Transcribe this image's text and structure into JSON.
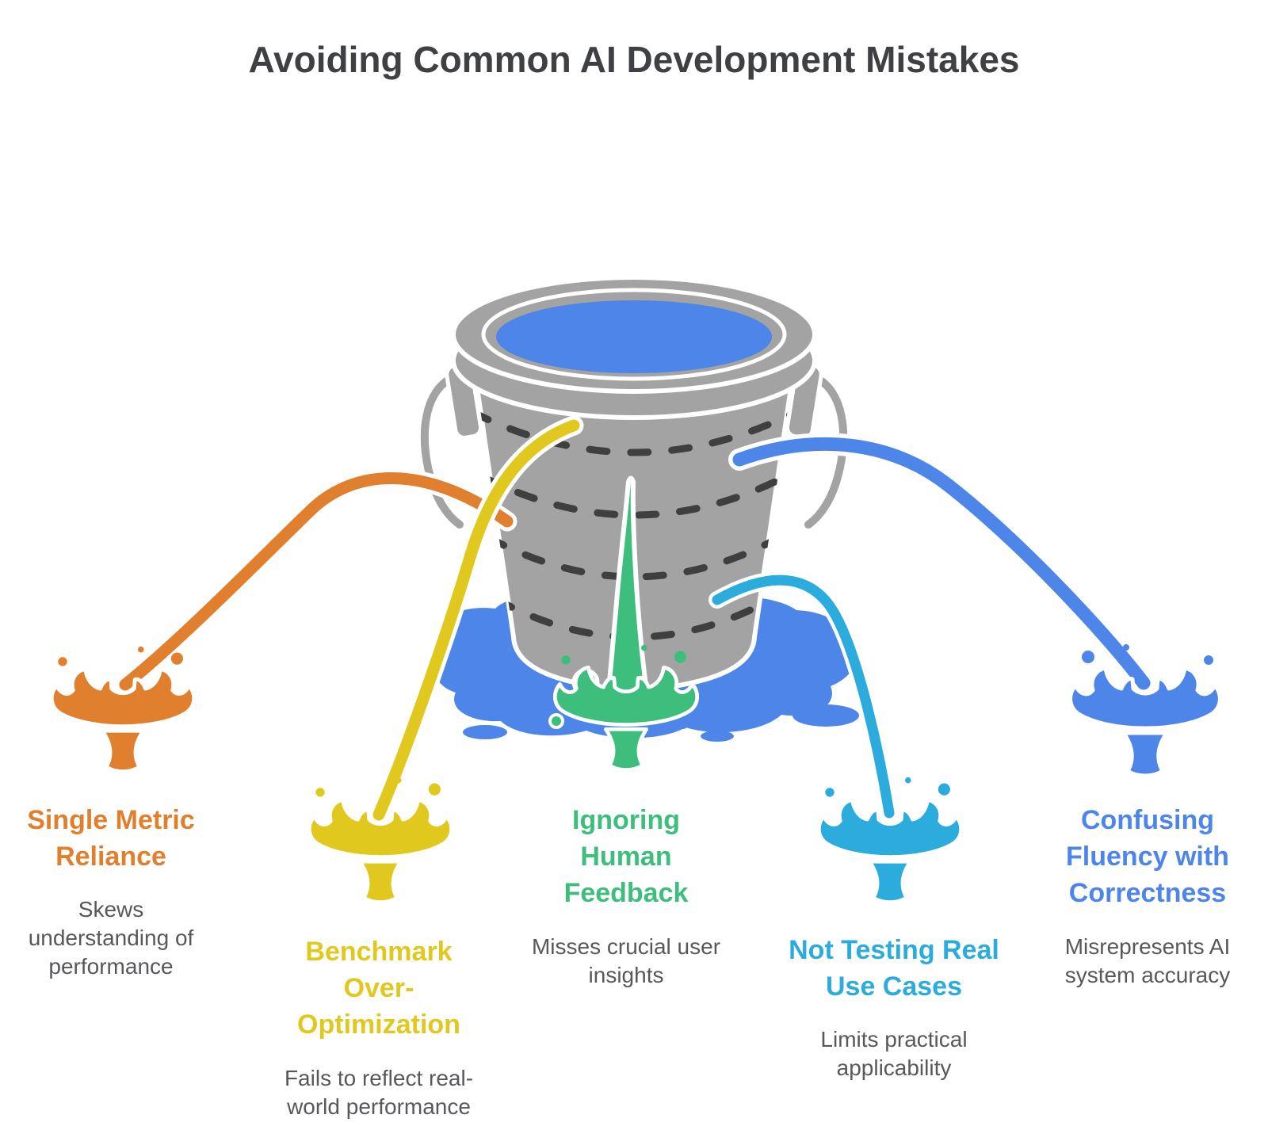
{
  "title": "Avoiding Common AI Development Mistakes",
  "colors": {
    "orange": "#E0802E",
    "yellow": "#E0C81F",
    "green": "#3EBE7D",
    "cyan": "#2BACDC",
    "blue": "#4D86E8",
    "water-blue": "#4D86E8",
    "bucket-gray": "#A3A3A3",
    "dash-gray": "#3F3F3F",
    "title-gray": "#3F4043",
    "body-gray": "#57585C"
  },
  "icons": {
    "bucket": "leaky-bucket-icon",
    "puddle": "puddle-icon",
    "splash": "splash-icon",
    "stream": "leak-stream"
  },
  "mistakes": [
    {
      "id": "single-metric-reliance",
      "color": "orange",
      "icon": "splash-icon",
      "heading": "Single Metric Reliance",
      "description": "Skews understanding of performance"
    },
    {
      "id": "benchmark-over-optimization",
      "color": "yellow",
      "icon": "splash-icon",
      "heading": "Benchmark Over-Optimization",
      "description": "Fails to reflect real-world performance"
    },
    {
      "id": "ignoring-human-feedback",
      "color": "green",
      "icon": "splash-icon",
      "heading": "Ignoring Human Feedback",
      "description": "Misses crucial user insights"
    },
    {
      "id": "not-testing-real-use-cases",
      "color": "cyan",
      "icon": "splash-icon",
      "heading": "Not Testing Real Use Cases",
      "description": "Limits practical applicability"
    },
    {
      "id": "confusing-fluency-with-correctness",
      "color": "blue",
      "icon": "splash-icon",
      "heading": "Confusing Fluency with Correctness",
      "description": "Misrepresents AI system accuracy"
    }
  ]
}
